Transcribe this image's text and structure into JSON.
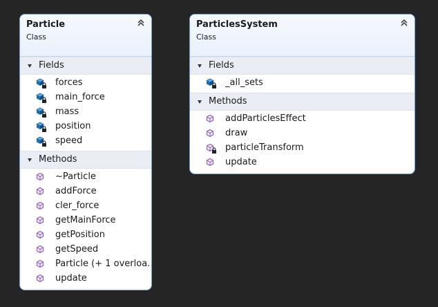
{
  "classes": [
    {
      "name": "Particle",
      "kind": "Class",
      "fields_label": "Fields",
      "methods_label": "Methods",
      "fields": [
        {
          "name": "forces",
          "icon": "field-private-icon"
        },
        {
          "name": "main_force",
          "icon": "field-private-icon"
        },
        {
          "name": "mass",
          "icon": "field-private-icon"
        },
        {
          "name": "position",
          "icon": "field-private-icon"
        },
        {
          "name": "speed",
          "icon": "field-private-icon"
        }
      ],
      "methods": [
        {
          "name": "~Particle",
          "icon": "method-icon"
        },
        {
          "name": "addForce",
          "icon": "method-icon"
        },
        {
          "name": "cler_force",
          "icon": "method-icon"
        },
        {
          "name": "getMainForce",
          "icon": "method-icon"
        },
        {
          "name": "getPosition",
          "icon": "method-icon"
        },
        {
          "name": "getSpeed",
          "icon": "method-icon"
        },
        {
          "name": "Particle (+ 1 overloa...",
          "icon": "method-icon"
        },
        {
          "name": "update",
          "icon": "method-icon"
        }
      ]
    },
    {
      "name": "ParticlesSystem",
      "kind": "Class",
      "fields_label": "Fields",
      "methods_label": "Methods",
      "fields": [
        {
          "name": "_all_sets",
          "icon": "field-private-icon"
        }
      ],
      "methods": [
        {
          "name": "addParticlesEffect",
          "icon": "method-icon"
        },
        {
          "name": "draw",
          "icon": "method-icon"
        },
        {
          "name": "particleTransform",
          "icon": "method-private-icon"
        },
        {
          "name": "update",
          "icon": "method-icon"
        }
      ]
    }
  ],
  "colors": {
    "background": "#252525",
    "border": "#6d9fe0",
    "field_icon": "#1c6fb5",
    "method_icon": "#8e5ebf"
  }
}
